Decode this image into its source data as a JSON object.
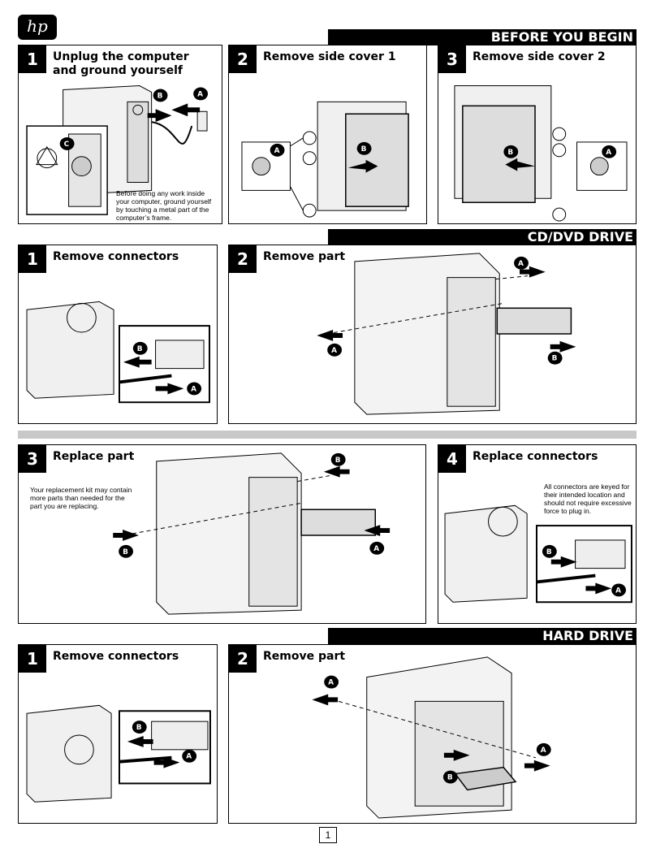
{
  "logo": {
    "text": "hp"
  },
  "sections": {
    "before": "BEFORE YOU BEGIN",
    "cddvd": "CD/DVD DRIVE",
    "hard": "HARD DRIVE"
  },
  "panels": {
    "p1": {
      "num": "1",
      "title": "Unplug the computer and ground yourself",
      "note": "Before doing any work inside your computer, ground yourself by touching a metal part of the computer’s frame."
    },
    "p2": {
      "num": "2",
      "title": "Remove side cover 1"
    },
    "p3": {
      "num": "3",
      "title": "Remove side cover 2"
    },
    "c1": {
      "num": "1",
      "title": "Remove connectors"
    },
    "c2": {
      "num": "2",
      "title": "Remove part"
    },
    "c3": {
      "num": "3",
      "title": "Replace part",
      "note": "Your replacement kit may contain more parts than needed for the part you are replacing."
    },
    "c4": {
      "num": "4",
      "title": "Replace connectors",
      "note": "All connectors are keyed for their intended location and should not require excessive force to plug in."
    },
    "h1": {
      "num": "1",
      "title": "Remove connectors"
    },
    "h2": {
      "num": "2",
      "title": "Remove part"
    }
  },
  "callouts": {
    "a": "A",
    "b": "B",
    "c": "C"
  },
  "page": {
    "number": "1"
  }
}
